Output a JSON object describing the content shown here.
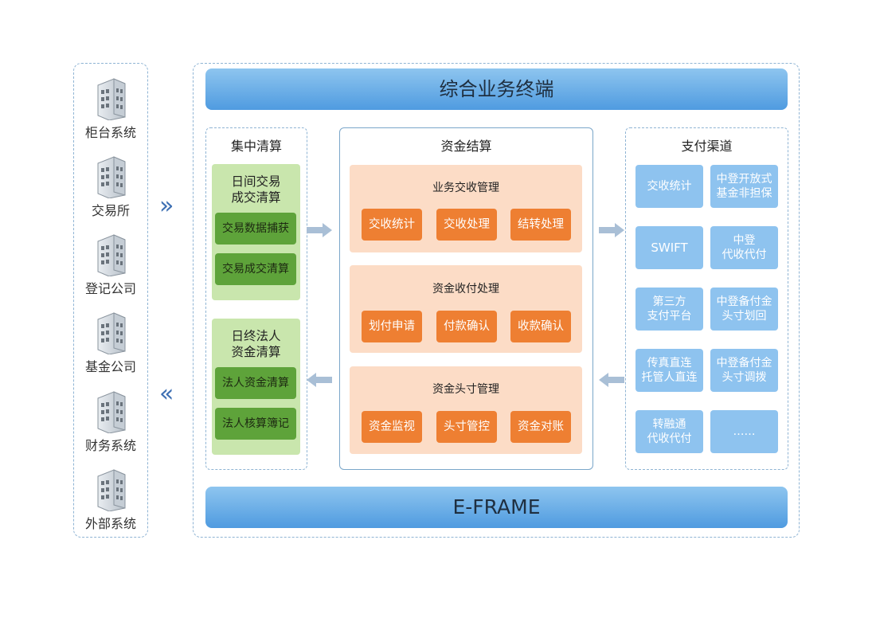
{
  "external_systems": [
    {
      "label": "柜台系统",
      "icon": "building-icon"
    },
    {
      "label": "交易所",
      "icon": "building-icon"
    },
    {
      "label": "登记公司",
      "icon": "building-icon"
    },
    {
      "label": "基金公司",
      "icon": "building-icon"
    },
    {
      "label": "财务系统",
      "icon": "building-icon"
    },
    {
      "label": "外部系统",
      "icon": "building-icon"
    }
  ],
  "top_bar": "综合业务终端",
  "bottom_bar": "E-FRAME",
  "clearing": {
    "title": "集中清算",
    "groups": [
      {
        "title": "日间交易\n成交清算",
        "items": [
          "交易数据捕获",
          "交易成交清算"
        ]
      },
      {
        "title": "日终法人\n资金清算",
        "items": [
          "法人资金清算",
          "法人核算簿记"
        ]
      }
    ]
  },
  "settlement": {
    "title": "资金结算",
    "groups": [
      {
        "title": "业务交收管理",
        "items": [
          "交收统计",
          "交收处理",
          "结转处理"
        ]
      },
      {
        "title": "资金收付处理",
        "items": [
          "划付申请",
          "付款确认",
          "收款确认"
        ]
      },
      {
        "title": "资金头寸管理",
        "items": [
          "资金监视",
          "头寸管控",
          "资金对账"
        ]
      }
    ]
  },
  "payment": {
    "title": "支付渠道",
    "items": [
      "交收统计",
      "中登开放式\n基金非担保",
      "SWIFT",
      "中登\n代收代付",
      "第三方\n支付平台",
      "中登备付金\n头寸划回",
      "传真直连\n托管人直连",
      "中登备付金\n头寸调拨",
      "转融通\n代收代付",
      "……"
    ]
  },
  "colors": {
    "bar": "#5aa2e3",
    "green_box": "#c9e6ad",
    "green_btn": "#5ea33a",
    "orange_box": "#fcdcc6",
    "orange_btn": "#ee7f32",
    "blue_btn": "#8ec3ef",
    "chevron": "#3d6fb3",
    "arrow": "#a9bfd6"
  }
}
